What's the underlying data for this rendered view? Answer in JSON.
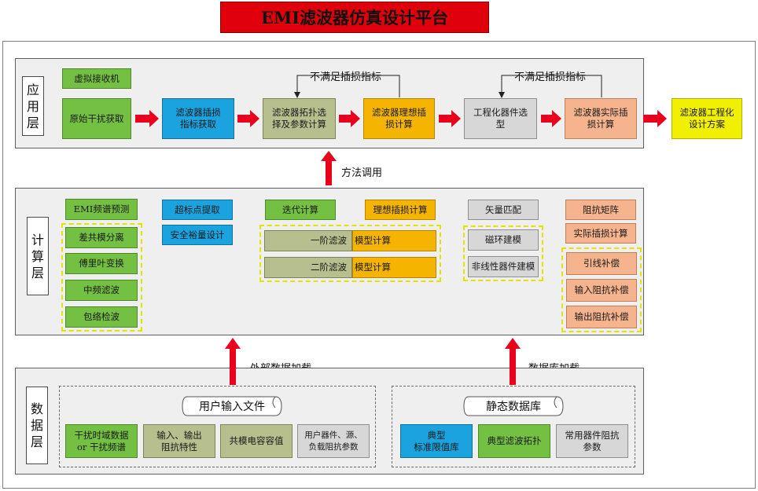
{
  "title": "EMI滤波器仿真设计平台",
  "colors": {
    "title_bg": "#e0000b",
    "arrow_red": "#e8001c",
    "green": "#74c043",
    "blue": "#1ba3df",
    "olive": "#b6bf8d",
    "orange": "#f5b400",
    "gray": "#d7d7d7",
    "salmon": "#f6b48e",
    "yellow": "#f0f000",
    "dashed_yellow": "#e3e300"
  },
  "application_layer": {
    "label": "应\n用\n层",
    "virtual_receiver": "虚拟接收机",
    "raw_interference": "原始干扰获取",
    "insertion_loss_spec": "滤波器插损\n指标获取",
    "topology_select": "滤波器拓扑选\n择及参数计算",
    "ideal_loss": "滤波器理想插\n损计算",
    "engineering_select": "工程化器件选\n型",
    "actual_loss": "滤波器实际插\n损计算",
    "engineering_plan": "滤波器工程化\n设计方案",
    "feedback_1": "不满足插损指标",
    "feedback_2": "不满足插损指标"
  },
  "method_call": "方法调用",
  "compute_layer": {
    "label": "计\n算\n层",
    "spectrum_predict": "EMI频谱预测",
    "spectrum_items": [
      "差共模分离",
      "傅里叶变换",
      "中频滤波",
      "包络检波"
    ],
    "overshoot": "超标点提取",
    "safety_margin": "安全裕量设计",
    "iterative": "迭代计算",
    "ideal_calc": "理想插损计算",
    "order_rows": [
      {
        "left": "一阶滤波",
        "right": "模型计算"
      },
      {
        "left": "二阶滤波",
        "right": "模型计算"
      }
    ],
    "vector_fit": "矢量匹配",
    "vector_items": [
      "磁环建模",
      "非线性器件建模"
    ],
    "impedance_matrix": "阻抗矩阵",
    "actual_calc": "实际插损计算",
    "comp_items": [
      "引线补偿",
      "输入阻抗补偿",
      "输出阻抗补偿"
    ]
  },
  "external_load": "外部数据加载",
  "db_load": "数据库加载",
  "data_layer": {
    "label": "数\n据\n层",
    "user_input": "用户输入文件",
    "static_db": "静态数据库",
    "user_items": [
      "干扰时域数据\nor 干扰频谱",
      "输入、输出\n阻抗特性",
      "共模电容容值",
      "用户器件、源、\n负载阻抗参数"
    ],
    "db_items": [
      "典型\n标准限值库",
      "典型滤波拓扑",
      "常用器件阻抗\n参数"
    ]
  }
}
